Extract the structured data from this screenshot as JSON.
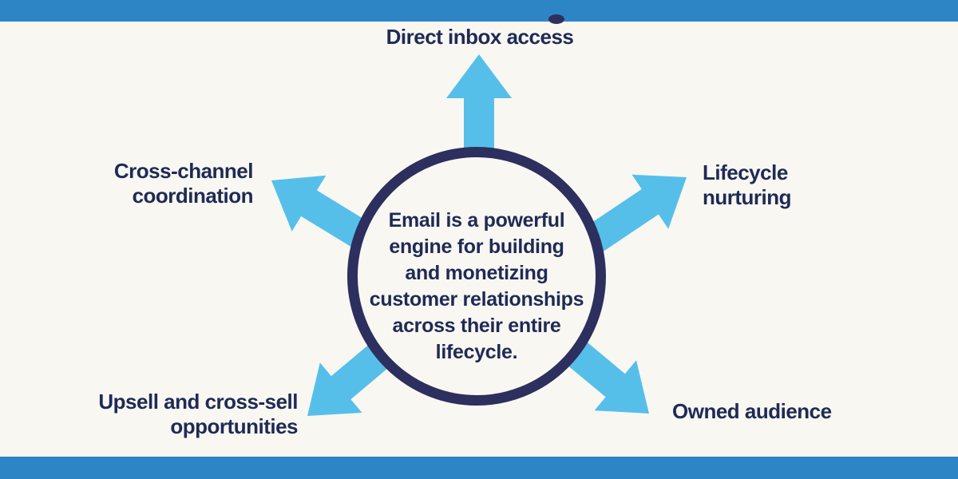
{
  "colors": {
    "bar": "#2e85c6",
    "arrow": "#56bfe9",
    "ring": "#2d2f5e",
    "text": "#1f2a55",
    "background": "#f8f7f2"
  },
  "diagram": {
    "center_statement": "Email is a powerful\nengine for building\nand monetizing\ncustomer relationships\nacross their entire\nlifecycle.",
    "spokes": [
      {
        "label": "Direct inbox access",
        "position": "top"
      },
      {
        "label": "Lifecycle\nnurturing",
        "position": "upper-right"
      },
      {
        "label": "Owned audience",
        "position": "lower-right"
      },
      {
        "label": "Upsell and cross-sell\nopportunities",
        "position": "lower-left"
      },
      {
        "label": "Cross-channel\ncoordination",
        "position": "upper-left"
      }
    ]
  }
}
